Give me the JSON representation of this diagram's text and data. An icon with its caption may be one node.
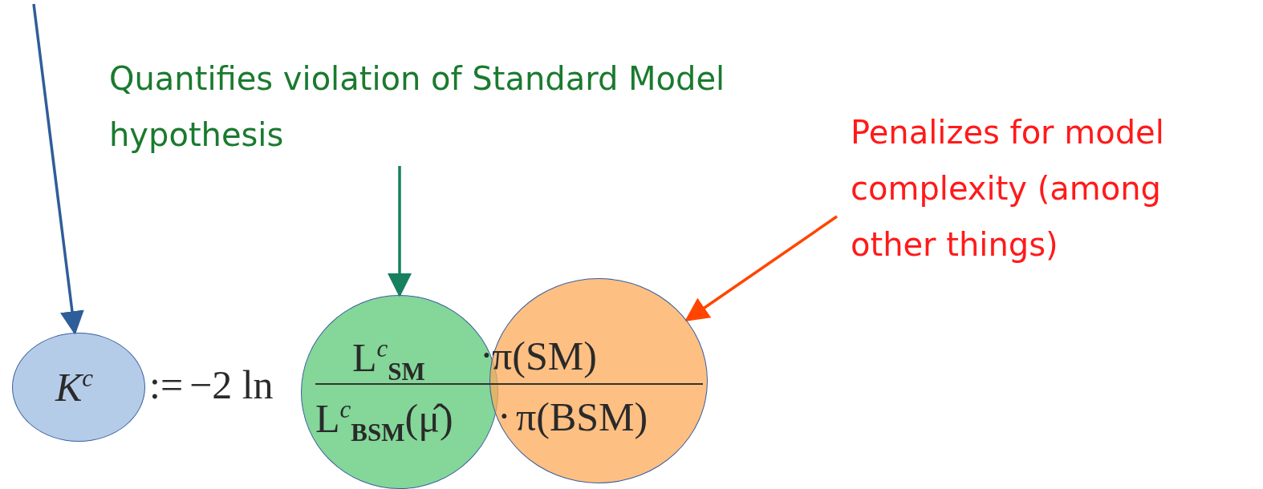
{
  "diagram": {
    "nodes": [
      {
        "text": [
          "Quantifies violation of Standard Model hypothesis"
        ]
      },
      {
        "text": [
          "Penalizes for model complexity (among other things)"
        ]
      },
      {
        "text": [
          "K$^{c}$"
        ]
      },
      {
        "text": [
          "L$^{c}$$_{SM}$",
          "L$^{c}$$_{BSM}$(μ̂)"
        ]
      },
      {
        "text": [
          "π(SM)",
          "π(BSM)"
        ]
      }
    ],
    "edges": [
      {
        "from": null,
        "to": 2,
        "arrow": "to",
        "color": "#2e5e99"
      },
      {
        "from": 0,
        "to": 3,
        "arrow": "to",
        "color": "#17805f"
      },
      {
        "from": 1,
        "to": 4,
        "arrow": "to",
        "color": "#ff4500"
      }
    ],
    "labels": [
      ":=",
      "−2 ln",
      "·",
      "·"
    ]
  }
}
